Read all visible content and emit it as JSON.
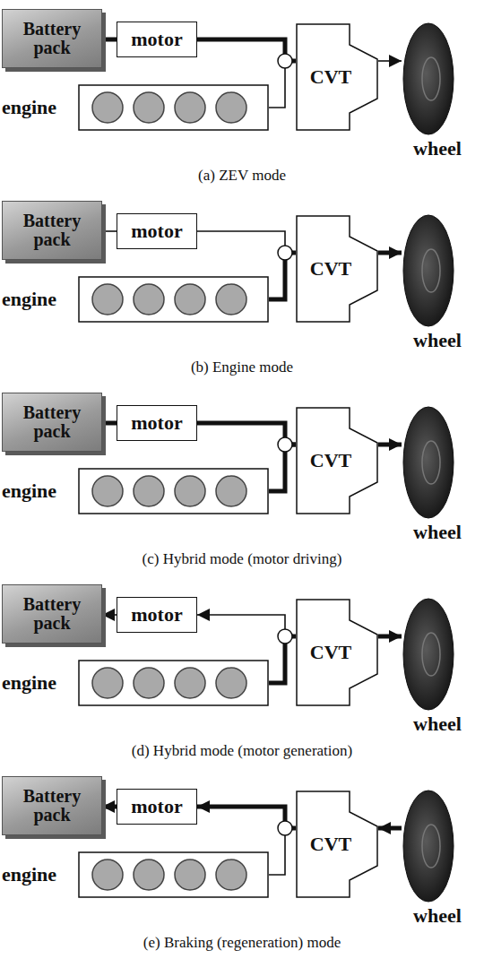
{
  "diagram": {
    "nodes": [
      {
        "text": [
          "Battery pack"
        ]
      },
      {
        "text": [
          "motor"
        ]
      },
      {
        "text": [
          "engine"
        ]
      },
      {
        "text": [
          "CVT"
        ]
      },
      {
        "text": [
          "wheel"
        ]
      },
      {
        "text": [
          "Battery pack"
        ]
      },
      {
        "text": [
          "motor"
        ]
      },
      {
        "text": [
          "engine"
        ]
      },
      {
        "text": [
          "CVT"
        ]
      },
      {
        "text": [
          "wheel"
        ]
      },
      {
        "text": [
          "Battery pack"
        ]
      },
      {
        "text": [
          "motor"
        ]
      },
      {
        "text": [
          "engine"
        ]
      },
      {
        "text": [
          "CVT"
        ]
      },
      {
        "text": [
          "wheel"
        ]
      },
      {
        "text": [
          "Battery pack"
        ]
      },
      {
        "text": [
          "motor"
        ]
      },
      {
        "text": [
          "engine"
        ]
      },
      {
        "text": [
          "CVT"
        ]
      },
      {
        "text": [
          "wheel"
        ]
      },
      {
        "text": [
          "Battery pack"
        ]
      },
      {
        "text": [
          "motor"
        ]
      },
      {
        "text": [
          "engine"
        ]
      },
      {
        "text": [
          "CVT"
        ]
      },
      {
        "text": [
          "wheel"
        ]
      }
    ],
    "edges": [
      {
        "from": 0,
        "to": 1,
        "arrow": "none"
      },
      {
        "from": 1,
        "to": 3,
        "arrow": "to"
      },
      {
        "from": 2,
        "to": 3,
        "arrow": "none"
      },
      {
        "from": 3,
        "to": 4,
        "arrow": "to"
      },
      {
        "from": 5,
        "to": 6,
        "arrow": "none"
      },
      {
        "from": 6,
        "to": 8,
        "arrow": "none"
      },
      {
        "from": 7,
        "to": 8,
        "arrow": "to"
      },
      {
        "from": 8,
        "to": 9,
        "arrow": "to"
      },
      {
        "from": 10,
        "to": 11,
        "arrow": "none"
      },
      {
        "from": 11,
        "to": 13,
        "arrow": "to"
      },
      {
        "from": 12,
        "to": 13,
        "arrow": "to"
      },
      {
        "from": 13,
        "to": 14,
        "arrow": "to"
      },
      {
        "from": 16,
        "to": 15,
        "arrow": "to"
      },
      {
        "from": 18,
        "to": 16,
        "arrow": "to"
      },
      {
        "from": 17,
        "to": 18,
        "arrow": "to"
      },
      {
        "from": 18,
        "to": 19,
        "arrow": "to"
      },
      {
        "from": 21,
        "to": 20,
        "arrow": "to"
      },
      {
        "from": 23,
        "to": 21,
        "arrow": "to"
      },
      {
        "from": 22,
        "to": 23,
        "arrow": "none"
      },
      {
        "from": 24,
        "to": 23,
        "arrow": "to"
      }
    ],
    "labels": [
      "(a) ZEV mode",
      "(b) Engine mode",
      "(c) Hybrid mode (motor driving)",
      "(d) Hybrid mode (motor generation)",
      "(e) Braking (regeneration) mode"
    ]
  }
}
